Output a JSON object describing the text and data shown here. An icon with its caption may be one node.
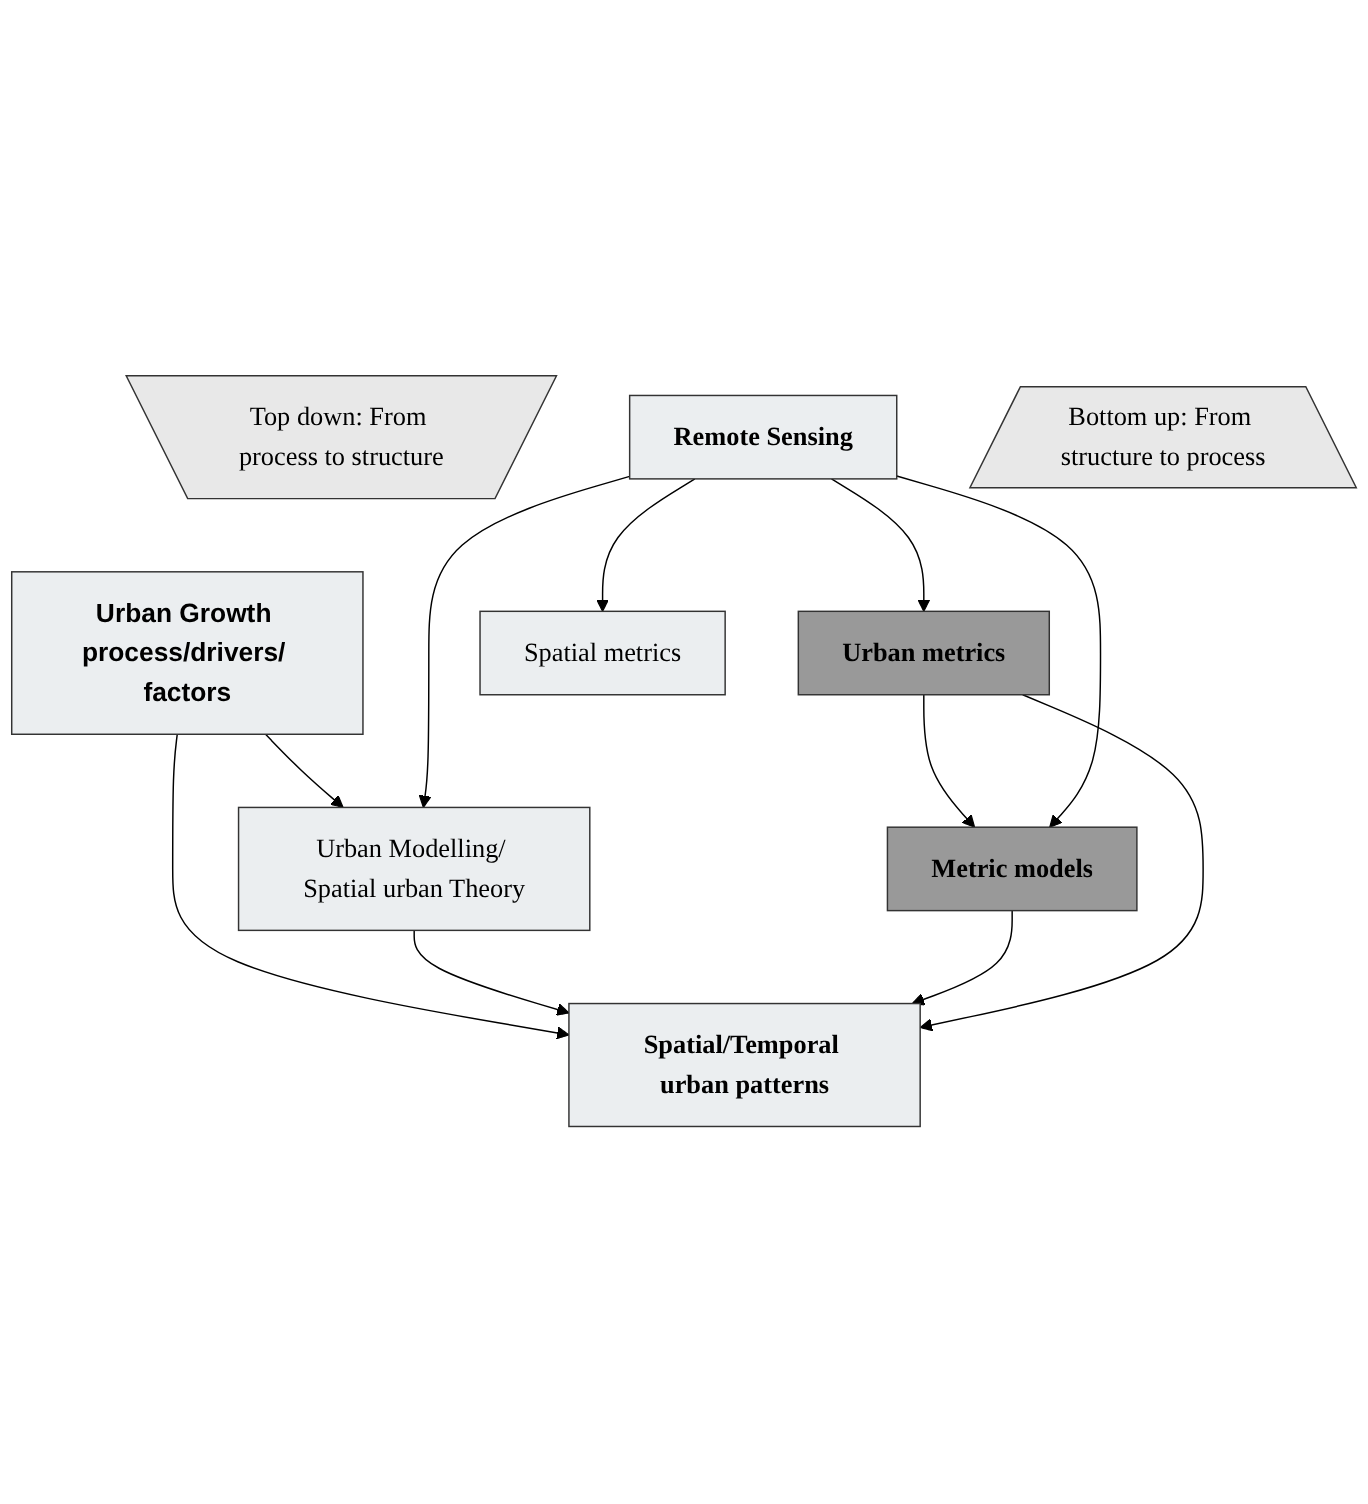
{
  "diagram": {
    "nodes": [
      {
        "text": [
          "Top down: From process to structure"
        ]
      },
      {
        "text": [
          "Urban Growth process/drivers/ factors"
        ]
      },
      {
        "text": [
          "Urban Modelling/ Spatial urban Theory"
        ]
      },
      {
        "text": [
          "Spatial/Temporal urban patterns"
        ]
      },
      {
        "text": [
          "Metric models"
        ]
      },
      {
        "text": [
          "Urban metrics"
        ]
      },
      {
        "text": [
          "Remote Sensing"
        ]
      },
      {
        "text": [
          "Spatial metrics"
        ]
      },
      {
        "text": [
          "Bottom up: From structure to process"
        ]
      }
    ],
    "edges": [
      {
        "from": 1,
        "to": 2,
        "arrow": "to"
      },
      {
        "from": 1,
        "to": 3,
        "arrow": "to"
      },
      {
        "from": 2,
        "to": 3,
        "arrow": "to"
      },
      {
        "from": 4,
        "to": 3,
        "arrow": "to"
      },
      {
        "from": 5,
        "to": 3,
        "arrow": "to"
      },
      {
        "from": 5,
        "to": 4,
        "arrow": "to"
      },
      {
        "from": 6,
        "to": 4,
        "arrow": "to"
      },
      {
        "from": 6,
        "to": 2,
        "arrow": "to"
      },
      {
        "from": 6,
        "to": 5,
        "arrow": "to"
      },
      {
        "from": 6,
        "to": 7,
        "arrow": "to"
      }
    ]
  }
}
